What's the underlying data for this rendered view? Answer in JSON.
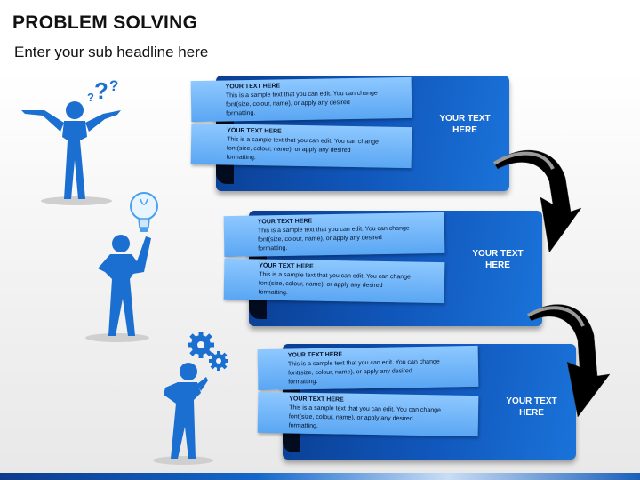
{
  "header": {
    "title": "PROBLEM SOLVING",
    "subtitle": "Enter your sub headline here"
  },
  "blocks": [
    {
      "label_line1": "YOUR TEXT",
      "label_line2": "HERE",
      "items": [
        {
          "heading": "YOUR TEXT HERE",
          "line1": "This is a sample text that you can edit. You can change",
          "line2": "font(size, colour, name), or apply any desired",
          "line3": "formatting."
        },
        {
          "heading": "YOUR TEXT HERE",
          "line1": "This is a sample text that you can edit. You can change",
          "line2": "font(size, colour, name), or apply any desired",
          "line3": "formatting."
        }
      ]
    },
    {
      "label_line1": "YOUR TEXT",
      "label_line2": "HERE",
      "items": [
        {
          "heading": "YOUR TEXT HERE",
          "line1": "This is a sample text that you can edit. You can change",
          "line2": "font(size, colour, name), or apply any desired",
          "line3": "formatting."
        },
        {
          "heading": "YOUR TEXT HERE",
          "line1": "This is a sample text that you can edit. You can change",
          "line2": "font(size, colour, name), or apply any desired",
          "line3": "formatting."
        }
      ]
    },
    {
      "label_line1": "YOUR TEXT",
      "label_line2": "HERE",
      "items": [
        {
          "heading": "YOUR TEXT HERE",
          "line1": "This is a sample text that you can edit. You can change",
          "line2": "font(size, colour, name), or apply any desired",
          "line3": "formatting."
        },
        {
          "heading": "YOUR TEXT HERE",
          "line1": "This is a sample text that you can edit. You can change",
          "line2": "font(size, colour, name), or apply any desired",
          "line3": "formatting."
        }
      ]
    }
  ],
  "figures": [
    {
      "icon": "question-marks-icon"
    },
    {
      "icon": "lightbulb-icon"
    },
    {
      "icon": "gears-icon"
    }
  ],
  "colors": {
    "panel_dark": "#0a3e92",
    "panel_light": "#1a73d9",
    "ribbon": "#7bbcfb",
    "figure_blue": "#1b6fd0",
    "arrow": "#000000"
  }
}
